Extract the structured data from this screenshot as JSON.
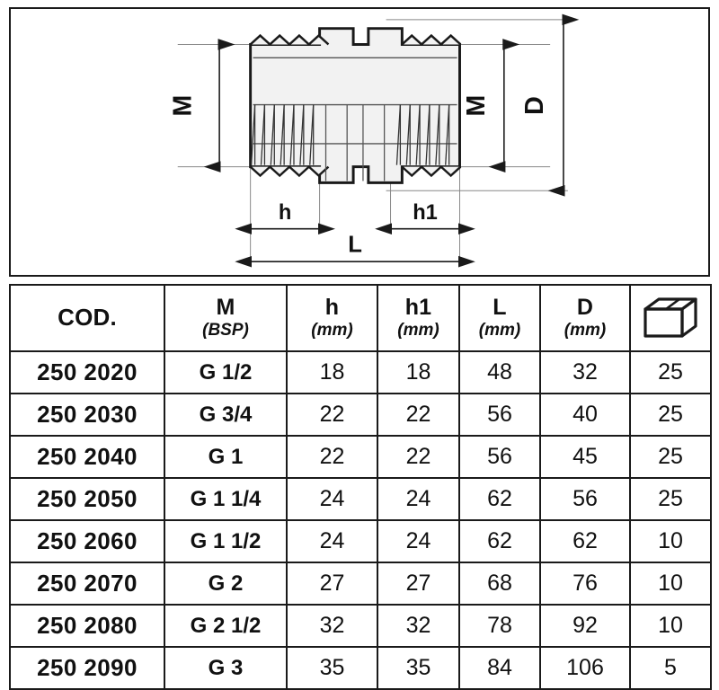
{
  "drawing": {
    "name": "hex-nipple-technical-drawing",
    "description": "Cross-section of a double male threaded hex nipple fitting",
    "labels": {
      "m_left": "M",
      "m_right": "M",
      "d": "D",
      "h": "h",
      "h1": "h1",
      "l": "L"
    }
  },
  "table": {
    "columns": [
      {
        "key": "cod",
        "main": "COD.",
        "sub": "",
        "icon": ""
      },
      {
        "key": "m",
        "main": "M",
        "sub": "(BSP)",
        "icon": ""
      },
      {
        "key": "h",
        "main": "h",
        "sub": "(mm)",
        "icon": ""
      },
      {
        "key": "h1",
        "main": "h1",
        "sub": "(mm)",
        "icon": ""
      },
      {
        "key": "l",
        "main": "L",
        "sub": "(mm)",
        "icon": ""
      },
      {
        "key": "d",
        "main": "D",
        "sub": "(mm)",
        "icon": ""
      },
      {
        "key": "box",
        "main": "",
        "sub": "",
        "icon": "carton-box-icon"
      }
    ],
    "rows": [
      {
        "cod": "250 2020",
        "m": "G 1/2",
        "h": "18",
        "h1": "18",
        "l": "48",
        "d": "32",
        "box": "25"
      },
      {
        "cod": "250 2030",
        "m": "G 3/4",
        "h": "22",
        "h1": "22",
        "l": "56",
        "d": "40",
        "box": "25"
      },
      {
        "cod": "250 2040",
        "m": "G 1",
        "h": "22",
        "h1": "22",
        "l": "56",
        "d": "45",
        "box": "25"
      },
      {
        "cod": "250 2050",
        "m": "G 1 1/4",
        "h": "24",
        "h1": "24",
        "l": "62",
        "d": "56",
        "box": "25"
      },
      {
        "cod": "250 2060",
        "m": "G 1 1/2",
        "h": "24",
        "h1": "24",
        "l": "62",
        "d": "62",
        "box": "10"
      },
      {
        "cod": "250 2070",
        "m": "G 2",
        "h": "27",
        "h1": "27",
        "l": "68",
        "d": "76",
        "box": "10"
      },
      {
        "cod": "250 2080",
        "m": "G 2 1/2",
        "h": "32",
        "h1": "32",
        "l": "78",
        "d": "92",
        "box": "10"
      },
      {
        "cod": "250 2090",
        "m": "G 3",
        "h": "35",
        "h1": "35",
        "l": "84",
        "d": "106",
        "box": "5"
      }
    ]
  },
  "colors": {
    "header_background": "#F2DD8C",
    "border": "#1A1A1A",
    "text": "#111111",
    "drawing_line": "#1A1A1A",
    "drawing_fill": "#F2F2F2"
  }
}
